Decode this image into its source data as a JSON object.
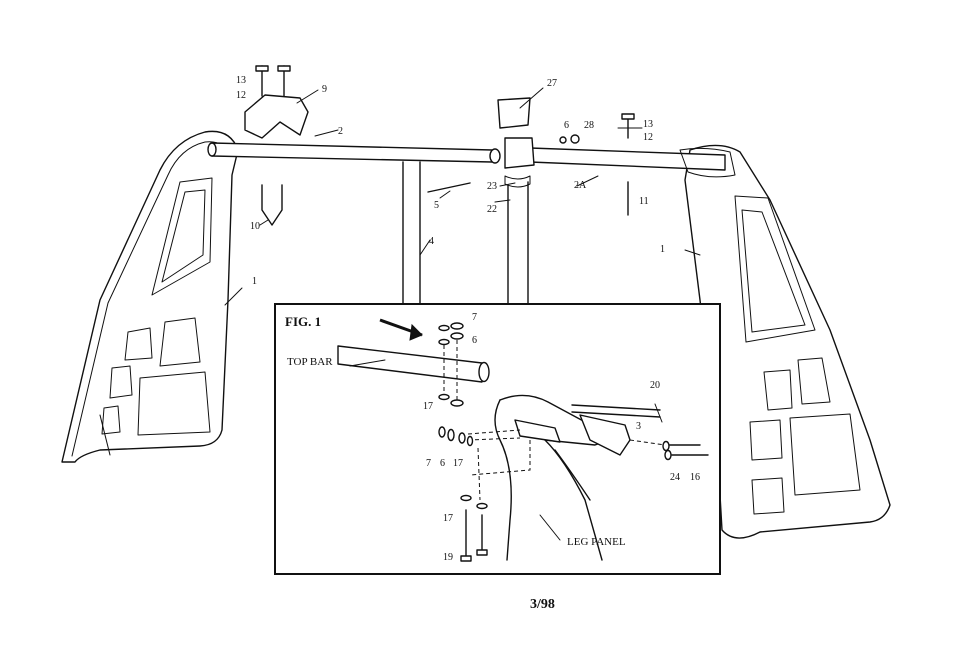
{
  "figure": {
    "title": "FIG. 1",
    "callouts": {
      "top_bar": "TOP BAR",
      "leg_panel": "LEG PANEL"
    }
  },
  "part_numbers": {
    "p13_left": "13",
    "p12_left": "12",
    "p9": "9",
    "p2": "2",
    "p27": "27",
    "p6_top": "6",
    "p28": "28",
    "p13_right": "13",
    "p12_right": "12",
    "p23": "23",
    "p2a": "2A",
    "p5": "5",
    "p22": "22",
    "p11": "11",
    "p10": "10",
    "p4": "4",
    "p1_left": "1",
    "p1_right": "1",
    "inset_7_top": "7",
    "inset_6_top": "6",
    "inset_20": "20",
    "inset_17_a": "17",
    "inset_3": "3",
    "inset_7_bottom": "7",
    "inset_6_bottom": "6",
    "inset_17_b": "17",
    "inset_24": "24",
    "inset_16": "16",
    "inset_17_c": "17",
    "inset_19": "19"
  },
  "page_number": "3/98"
}
